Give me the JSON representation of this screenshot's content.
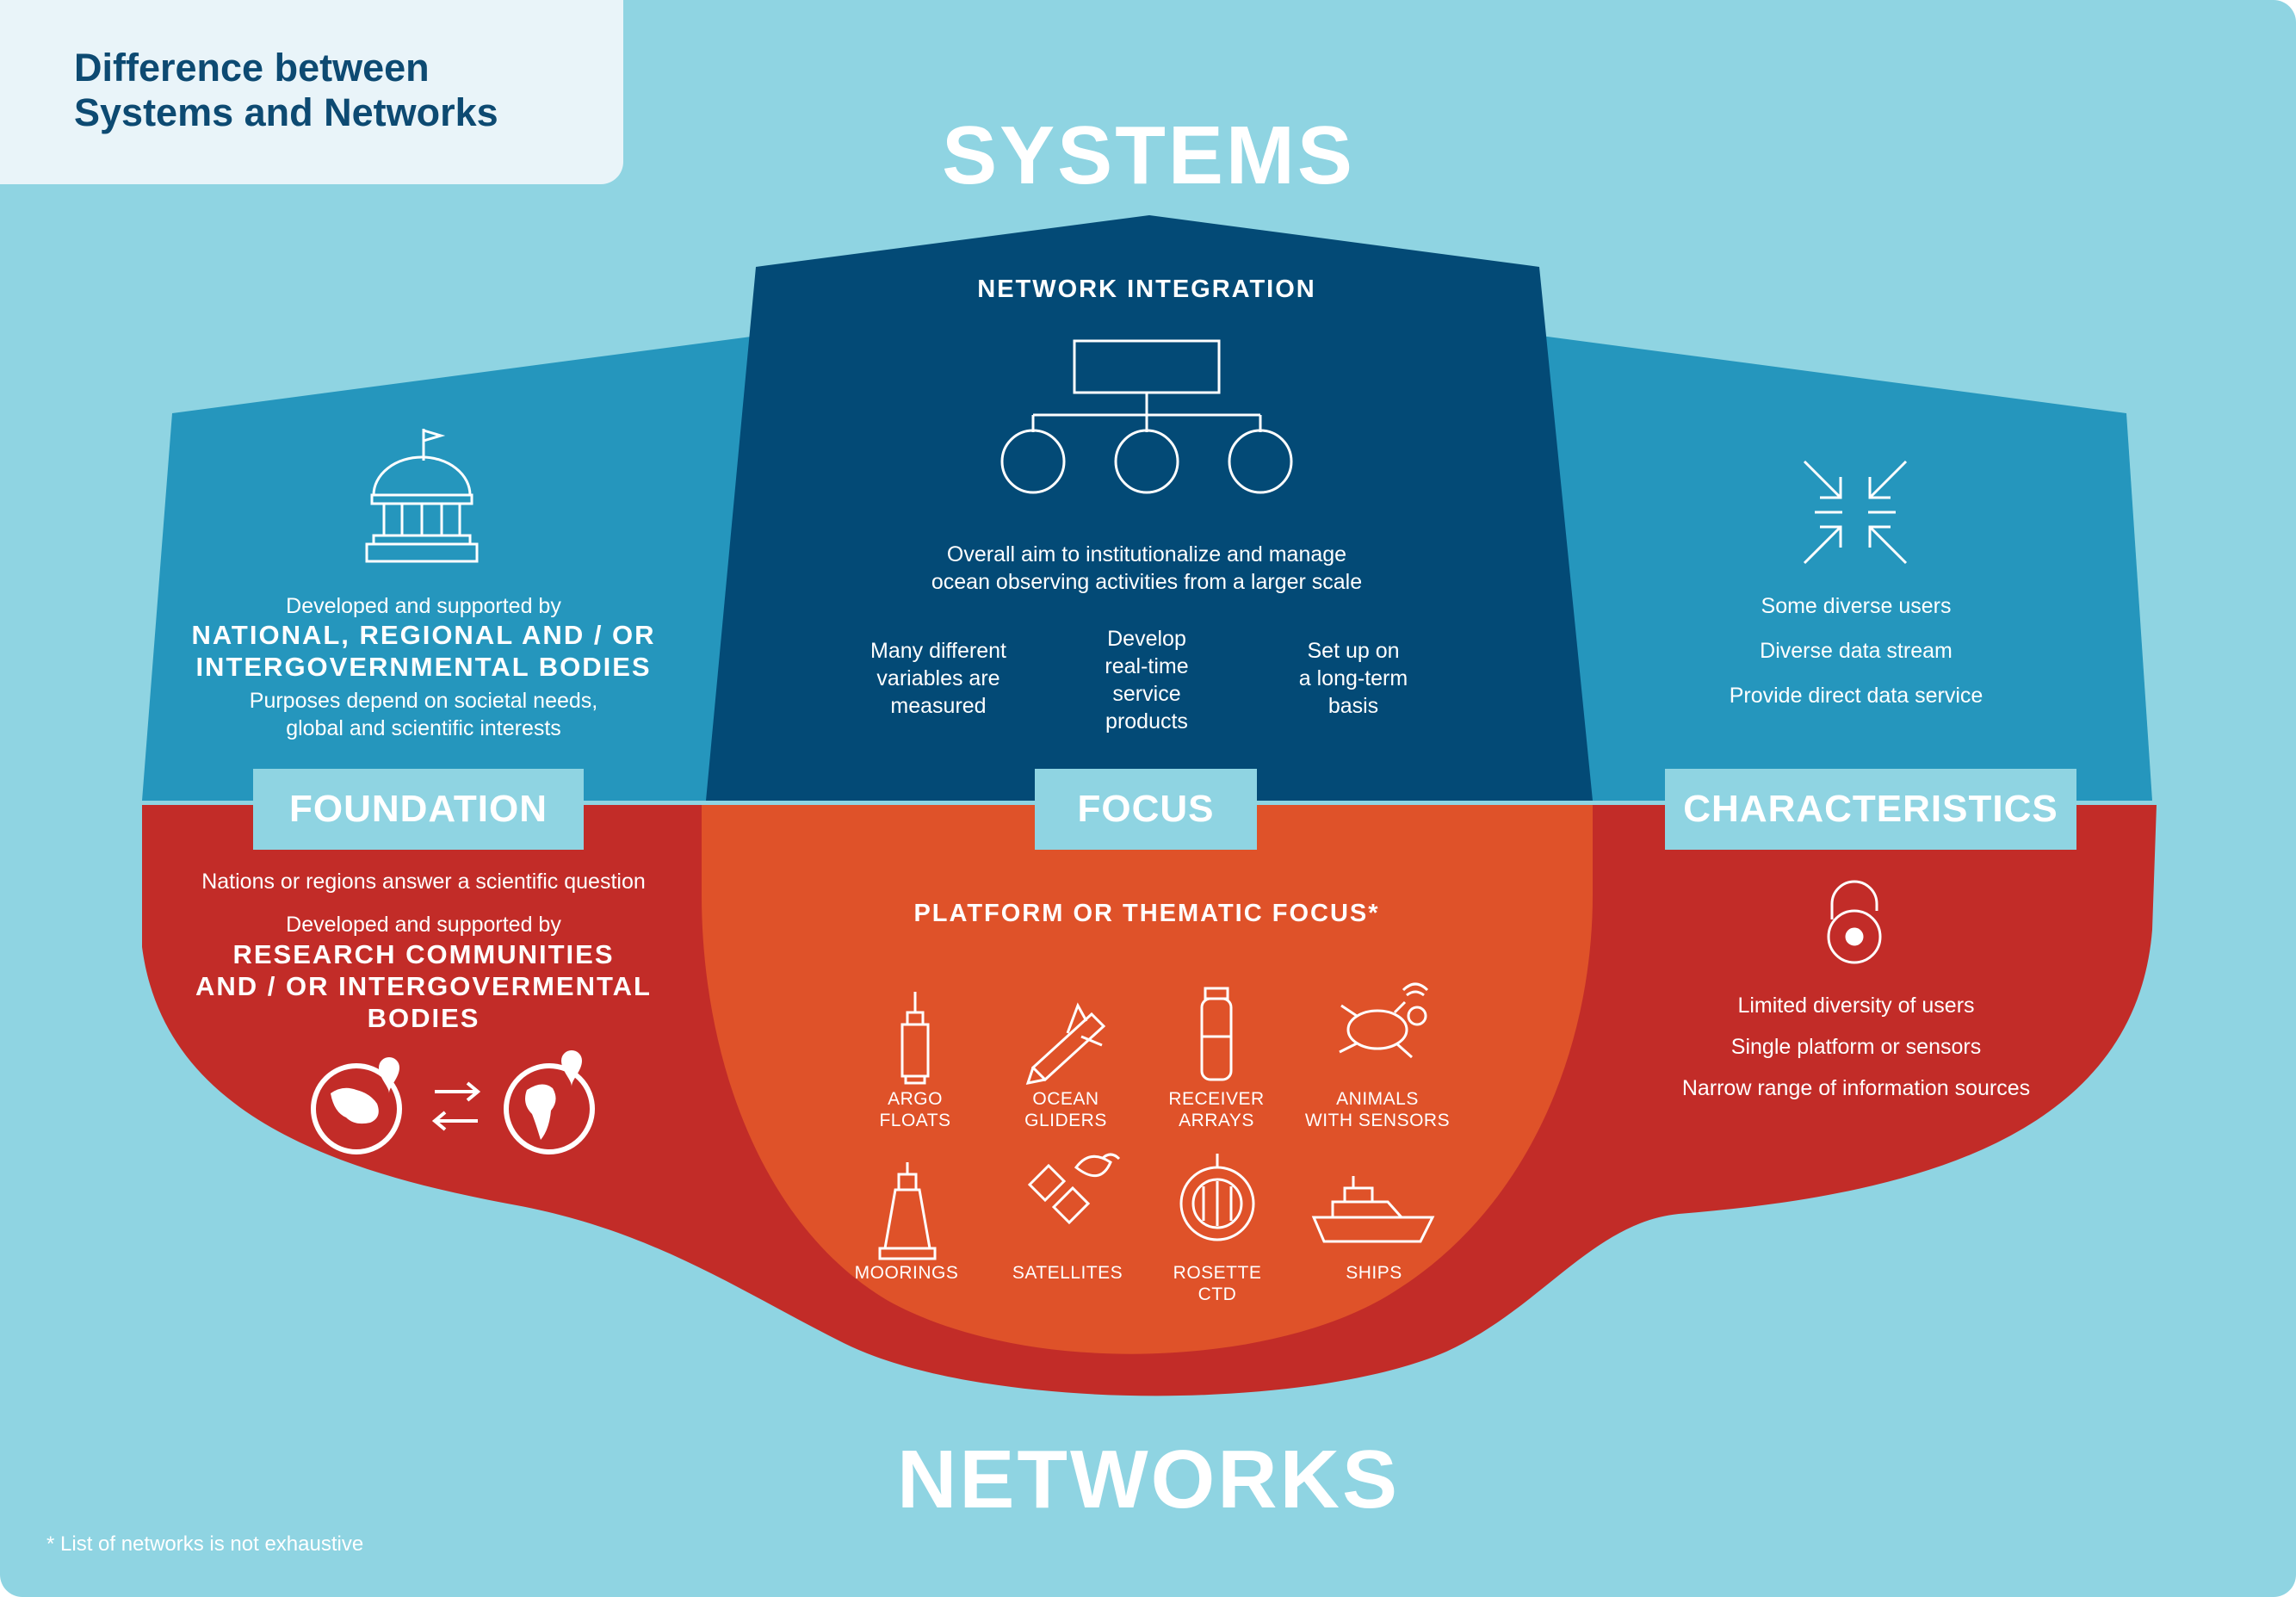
{
  "title": {
    "line1": "Difference between",
    "line2": "Systems and Networks"
  },
  "headings": {
    "systems": "SYSTEMS",
    "networks": "NETWORKS"
  },
  "labels": {
    "foundation": "FOUNDATION",
    "focus": "FOCUS",
    "characteristics": "CHARACTERISTICS"
  },
  "systems": {
    "foundation": {
      "line1": "Developed and supported by",
      "caps1": "NATIONAL, REGIONAL AND / OR",
      "caps2": "INTERGOVERNMENTAL BODIES",
      "line2": "Purposes depend on societal needs,",
      "line3": "global and scientific interests"
    },
    "focus": {
      "heading": "NETWORK INTEGRATION",
      "aim1": "Overall aim to institutionalize and manage",
      "aim2": "ocean observing activities from a larger scale",
      "col1": [
        "Many different",
        "variables are",
        "measured"
      ],
      "col2": [
        "Develop",
        "real-time",
        "service",
        "products"
      ],
      "col3": [
        "Set up on",
        "a long-term",
        "basis"
      ]
    },
    "characteristics": {
      "line1": "Some diverse users",
      "line2": "Diverse data stream",
      "line3": "Provide direct data service"
    }
  },
  "networks": {
    "foundation": {
      "line1": "Nations or regions answer a scientific question",
      "line2": "Developed and supported by",
      "caps1": "RESEARCH COMMUNITIES",
      "caps2": "AND / OR INTERGOVERMENTAL",
      "caps3": "BODIES"
    },
    "focus": {
      "heading": "PLATFORM OR THEMATIC FOCUS*",
      "items": [
        {
          "l1": "ARGO",
          "l2": "FLOATS",
          "icon": "argo-float-icon"
        },
        {
          "l1": "OCEAN",
          "l2": "GLIDERS",
          "icon": "ocean-glider-icon"
        },
        {
          "l1": "RECEIVER",
          "l2": "ARRAYS",
          "icon": "receiver-array-icon"
        },
        {
          "l1": "ANIMALS",
          "l2": "WITH SENSORS",
          "icon": "turtle-icon"
        },
        {
          "l1": "MOORINGS",
          "l2": "",
          "icon": "mooring-buoy-icon"
        },
        {
          "l1": "SATELLITES",
          "l2": "",
          "icon": "satellite-icon"
        },
        {
          "l1": "ROSETTE",
          "l2": "CTD",
          "icon": "rosette-ctd-icon"
        },
        {
          "l1": "SHIPS",
          "l2": "",
          "icon": "ship-icon"
        }
      ]
    },
    "characteristics": {
      "line1": "Limited diversity of users",
      "line2": "Single platform or sensors",
      "line3": "Narrow range of information sources"
    }
  },
  "footnote": "* List of networks is not exhaustive",
  "colors": {
    "background": "#8fd4e2",
    "systems_side": "#2596bd",
    "systems_center": "#034a76",
    "networks_side": "#c22c28",
    "networks_center": "#df5229",
    "title_box": "#e9f4f9",
    "title_text": "#0d4a72"
  }
}
